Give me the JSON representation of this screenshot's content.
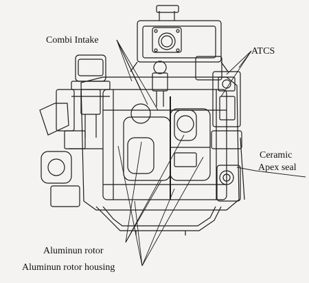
{
  "labels": {
    "combi_intake": "Combi Intake",
    "atcs": "ATCS",
    "ceramic_line1": "Ceramic",
    "ceramic_line2": "Apex seal",
    "rotor": "Aluminun rotor",
    "housing": "Aluminun rotor housing"
  },
  "colors": {
    "background": "#f4f3f1",
    "ink": "#1a1a1a"
  }
}
